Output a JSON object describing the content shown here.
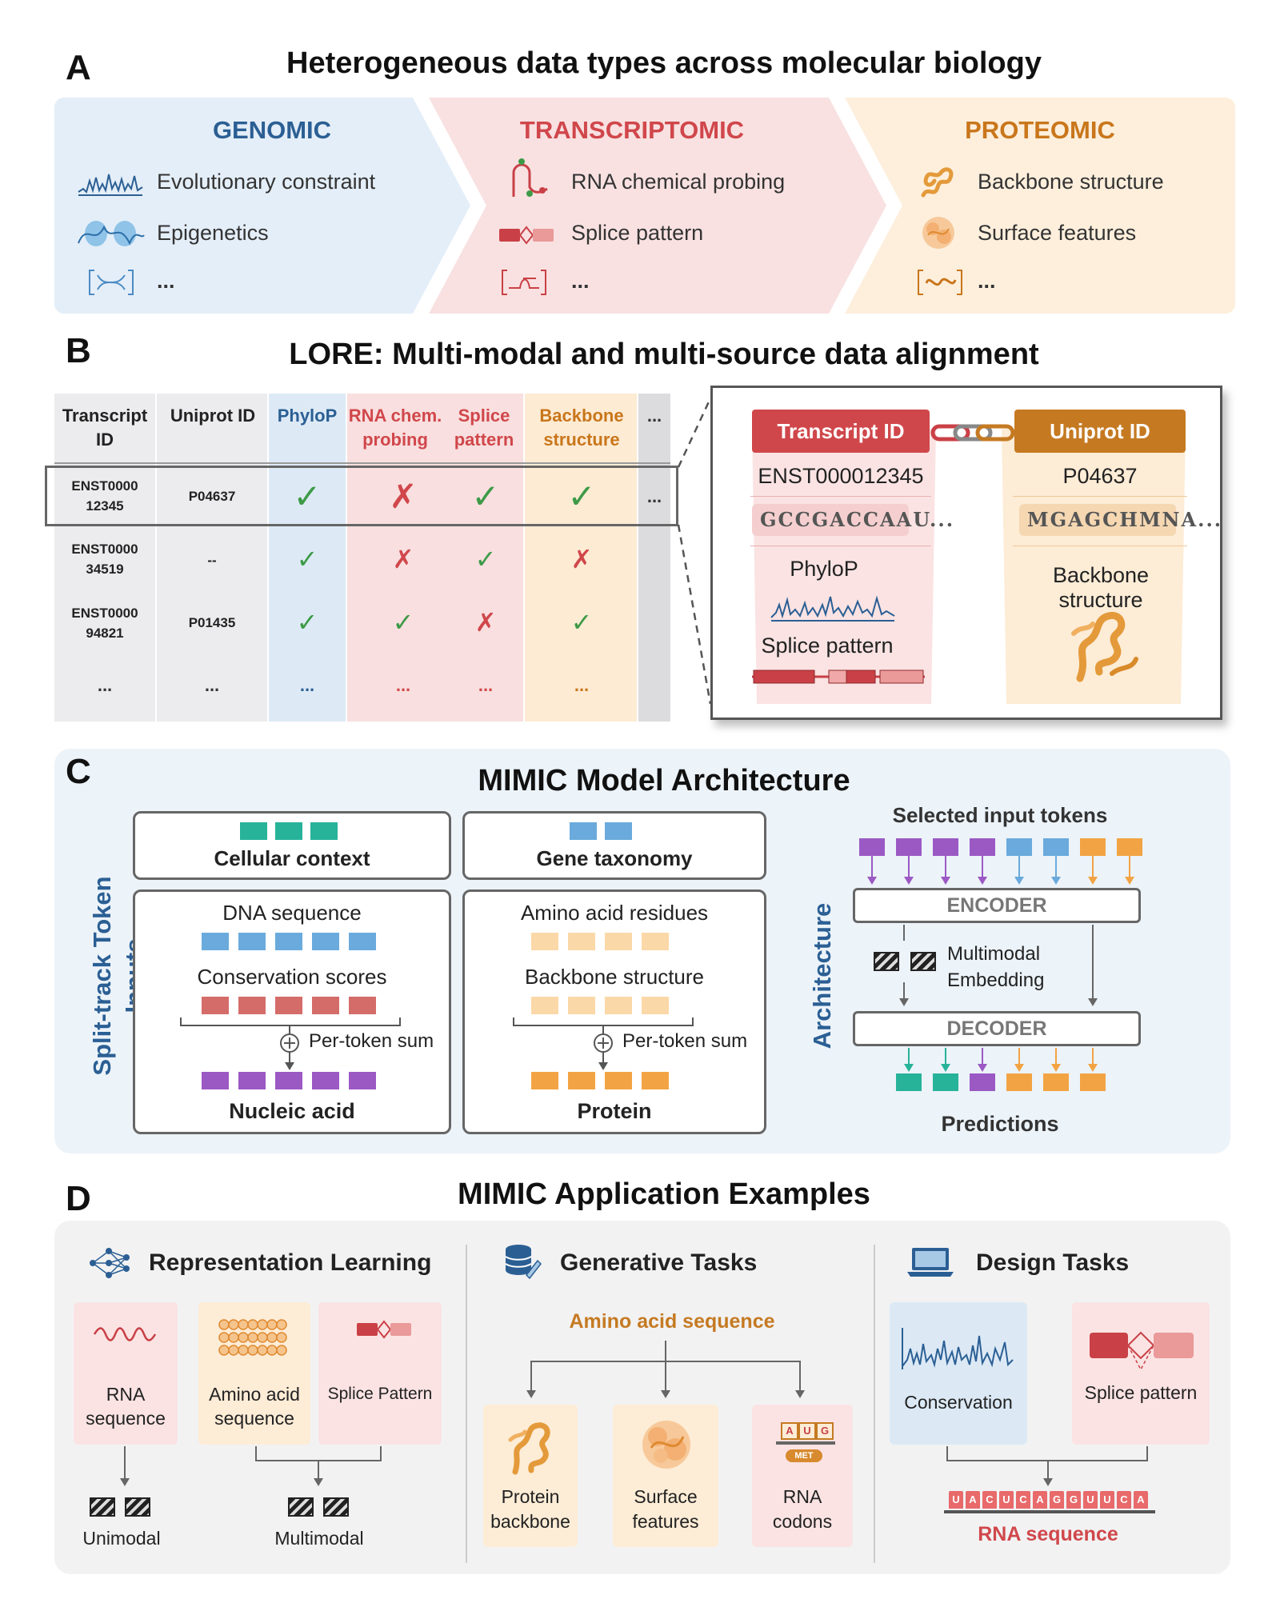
{
  "panel_a": {
    "letter": "A",
    "title": "Heterogeneous data types across molecular biology",
    "genomic": {
      "heading": "GENOMIC",
      "items": [
        "Evolutionary constraint",
        "Epigenetics",
        "..."
      ]
    },
    "transcriptomic": {
      "heading": "TRANSCRIPTOMIC",
      "items": [
        "RNA chemical probing",
        "Splice pattern",
        "..."
      ]
    },
    "proteomic": {
      "heading": "PROTEOMIC",
      "items": [
        "Backbone structure",
        "Surface features",
        "..."
      ]
    }
  },
  "panel_b": {
    "letter": "B",
    "title": "LORE: Multi-modal and multi-source data alignment",
    "headers": {
      "transcript": "Transcript ID",
      "uniprot": "Uniprot ID",
      "phylop": "PhyloP",
      "rna_chem": "RNA chem. probing",
      "splice": "Splice pattern",
      "backbone": "Backbone structure",
      "more": "..."
    },
    "rows": [
      {
        "transcript": "ENST0000 12345",
        "uniprot": "P04637",
        "phylop": "✓",
        "rna_chem": "✗",
        "splice": "✓",
        "backbone": "✓",
        "more": "..."
      },
      {
        "transcript": "ENST0000 34519",
        "uniprot": "--",
        "phylop": "✓",
        "rna_chem": "✗",
        "splice": "✓",
        "backbone": "✗",
        "more": ""
      },
      {
        "transcript": "ENST0000 94821",
        "uniprot": "P01435",
        "phylop": "✓",
        "rna_chem": "✓",
        "splice": "✗",
        "backbone": "✓",
        "more": ""
      },
      {
        "transcript": "...",
        "uniprot": "...",
        "phylop": "...",
        "rna_chem": "...",
        "splice": "...",
        "backbone": "...",
        "more": ""
      }
    ],
    "detail": {
      "left_header": "Transcript ID",
      "right_header": "Uniprot ID",
      "left_id": "ENST000012345",
      "left_seq": "GCCGACCAAU...",
      "left_track1": "PhyloP",
      "left_track2": "Splice pattern",
      "right_id": "P04637",
      "right_seq": "MGAGCHMNA...",
      "right_track": "Backbone structure"
    }
  },
  "panel_c": {
    "letter": "C",
    "title": "MIMIC Model Architecture",
    "side_label": "Split-track Token Inputs",
    "arch_label": "Architecture",
    "cellular_context": "Cellular context",
    "gene_taxonomy": "Gene taxonomy",
    "dna_sequence": "DNA sequence",
    "conservation_scores": "Conservation scores",
    "per_token_sum": "Per-token sum",
    "nucleic_acid": "Nucleic acid",
    "amino_acid_residues": "Amino acid residues",
    "backbone_structure": "Backbone structure",
    "protein": "Protein",
    "selected_input_tokens": "Selected input tokens",
    "encoder": "ENCODER",
    "multimodal_embedding": "Multimodal Embedding",
    "decoder": "DECODER",
    "predictions": "Predictions"
  },
  "panel_d": {
    "letter": "D",
    "title": "MIMIC Application Examples",
    "representation": {
      "heading": "Representation Learning",
      "rna": "RNA sequence",
      "amino": "Amino acid sequence",
      "splice": "Splice Pattern",
      "unimodal": "Unimodal",
      "multimodal": "Multimodal"
    },
    "generative": {
      "heading": "Generative Tasks",
      "input": "Amino acid sequence",
      "out1": "Protein backbone",
      "out2": "Surface features",
      "out3": "RNA codons",
      "codon_letters": [
        "A",
        "U",
        "G"
      ],
      "codon_met": "MET"
    },
    "design": {
      "heading": "Design Tasks",
      "conservation": "Conservation",
      "splice": "Splice pattern",
      "output": "RNA sequence",
      "rna_letters": [
        "U",
        "A",
        "C",
        "U",
        "C",
        "A",
        "G",
        "G",
        "U",
        "U",
        "C",
        "A"
      ]
    }
  },
  "colors": {
    "genomic": "#2b5f94",
    "transcriptomic": "#d0474b",
    "proteomic": "#c9761b",
    "teal": "#27b39a",
    "blue_token": "#6aaadc",
    "red_token": "#d46d6a",
    "purple_token": "#9b59c4",
    "orange_token": "#f2a444",
    "light_orange_token": "#fbd8a8",
    "check_green": "#3d9a47"
  }
}
